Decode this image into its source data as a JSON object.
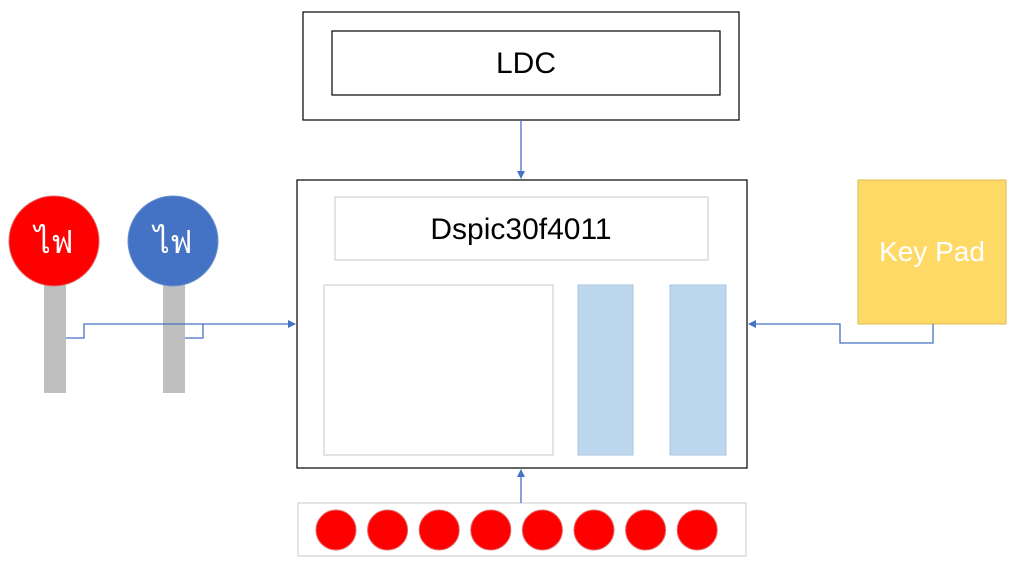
{
  "diagram": {
    "ldc": {
      "label": "LDC"
    },
    "mcu": {
      "label": "Dspic30f4011"
    },
    "keypad": {
      "label": "Key Pad"
    },
    "lamp_red": {
      "label": "ไฟ"
    },
    "lamp_blue": {
      "label": "ไฟ"
    },
    "led_count": 8
  },
  "colors": {
    "lamp_red": "#ff0000",
    "lamp_blue": "#4472c4",
    "pole": "#bfbfbf",
    "keypad": "#ffd966",
    "panel": "#bdd7ee",
    "connector": "#4472c4",
    "led": "#ff0000"
  }
}
